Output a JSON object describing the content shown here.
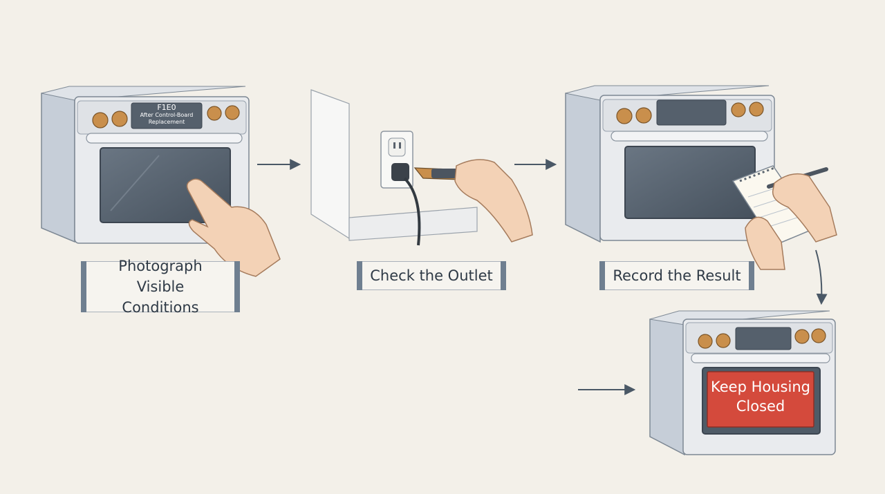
{
  "steps": [
    {
      "label": "Photograph Visible Conditions"
    },
    {
      "label": "Check the Outlet"
    },
    {
      "label": "Record the Result"
    }
  ],
  "oven1_display": {
    "code": "F1E0",
    "line1": "After Control-Board",
    "line2": "Replacement"
  },
  "warning_sign": {
    "line1": "Keep Housing",
    "line2": "Closed"
  },
  "colors": {
    "background": "#f3f0e9",
    "oven_body": "#e7e9ec",
    "oven_side": "#c9d1da",
    "display": "#55606c",
    "glass": "#4f5b67",
    "knob": "#c98f4c",
    "warning": "#d44a3c",
    "arrow": "#4a5866",
    "skin": "#f3d2b6"
  }
}
